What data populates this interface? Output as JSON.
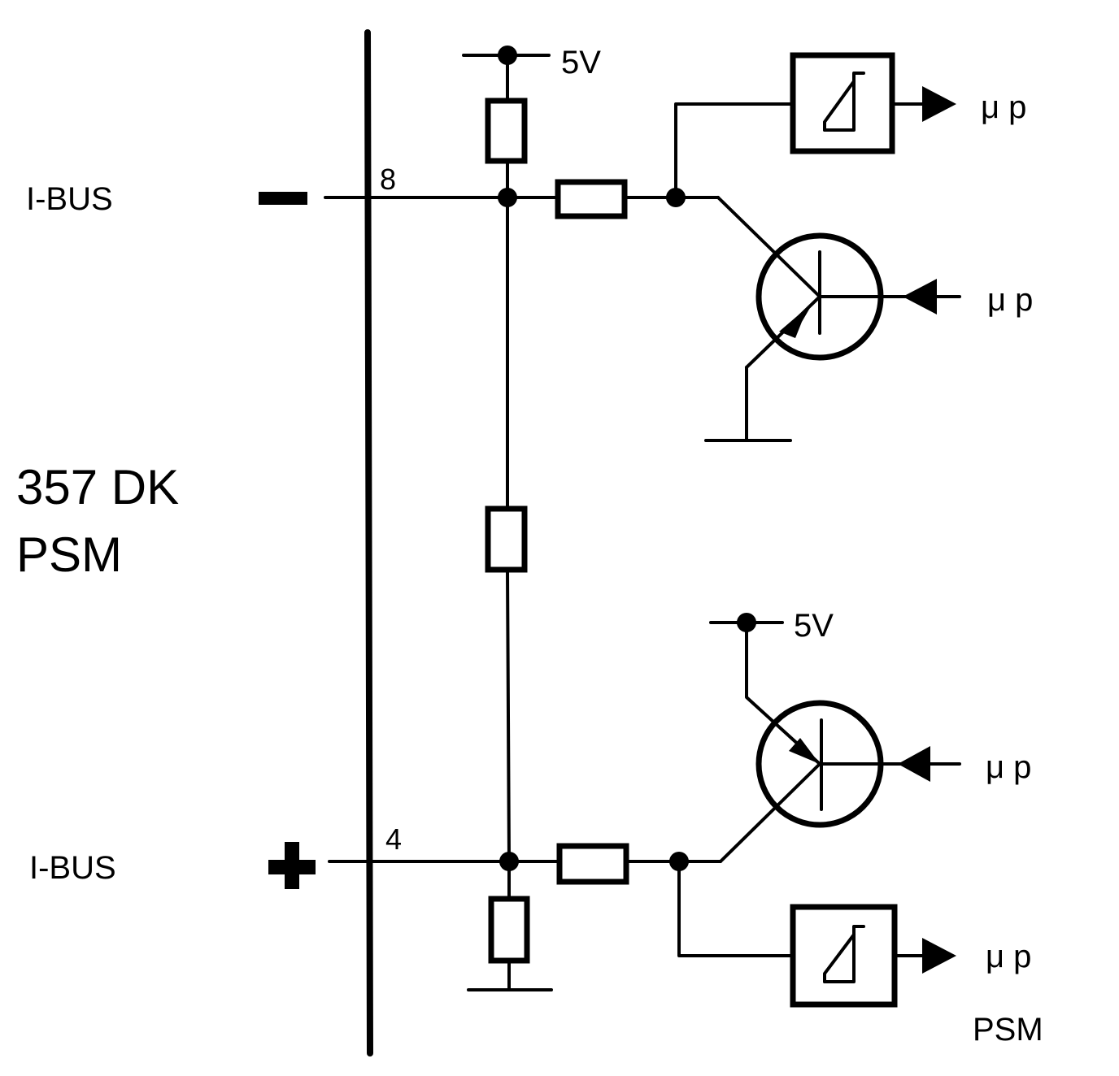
{
  "labels": {
    "bus_top": "I-BUS",
    "bus_bottom": "I-BUS",
    "polarity_minus": "−",
    "polarity_plus": "+",
    "pin_top": "8",
    "pin_bottom": "4",
    "module_line1": "357 DK",
    "module_line2": "PSM",
    "supply_top": "5V",
    "supply_bottom": "5V",
    "up_out_top": "μ p",
    "up_in_top": "μ p",
    "up_in_bottom": "μ p",
    "up_out_bottom": "μ p",
    "psm_footer": "PSM"
  }
}
